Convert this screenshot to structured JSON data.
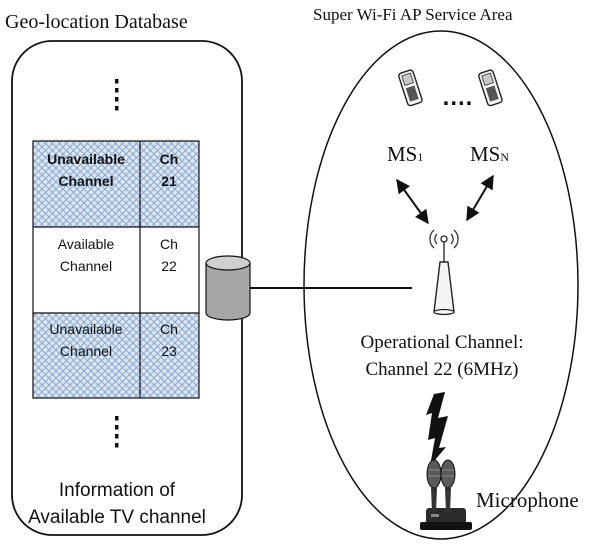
{
  "database": {
    "title": "Geo-location Database",
    "channels": [
      {
        "status": "Unavailable Channel",
        "status_line1": "Unavailable",
        "status_line2": "Channel",
        "ch_line1": "Ch",
        "ch_line2": "21",
        "available": false,
        "bold": true
      },
      {
        "status": "Available Channel",
        "status_line1": "Available",
        "status_line2": "Channel",
        "ch_line1": "Ch",
        "ch_line2": "22",
        "available": true,
        "bold": false
      },
      {
        "status": "Unavailable Channel",
        "status_line1": "Unavailable",
        "status_line2": "Channel",
        "ch_line1": "Ch",
        "ch_line2": "23",
        "available": false,
        "bold": false
      }
    ],
    "caption_line1": "Information of",
    "caption_line2": "Available TV channel"
  },
  "service_area": {
    "title": "Super Wi-Fi AP Service Area",
    "ms_first": {
      "base": "MS",
      "sub": "1"
    },
    "ms_last": {
      "base": "MS",
      "sub": "N"
    },
    "ms_dots": "....",
    "operational_line1": "Operational Channel:",
    "operational_line2": "Channel 22 (6MHz)",
    "microphone_label": "Microphone"
  },
  "colors": {
    "unavailable_fill": "#dbe6f3",
    "hatch": "#7f9fc6",
    "line": "#111111"
  },
  "icons": [
    "database-cylinder-icon",
    "mobile-phone-icon",
    "access-point-antenna-icon",
    "lightning-bolt-icon",
    "microphone-icon"
  ]
}
